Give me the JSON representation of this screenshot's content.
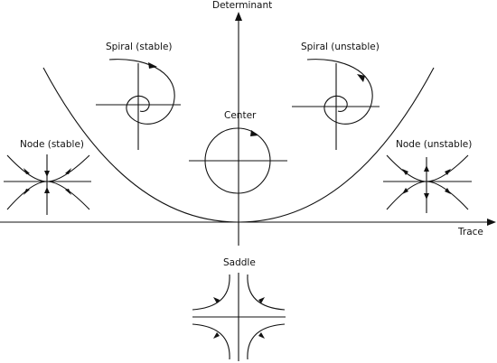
{
  "axes": {
    "x_label": "Trace",
    "y_label": "Determinant"
  },
  "regions": {
    "spiral_stable": "Spiral (stable)",
    "spiral_unstable": "Spiral (unstable)",
    "center": "Center",
    "node_stable": "Node (stable)",
    "node_unstable": "Node (unstable)",
    "saddle": "Saddle"
  },
  "colors": {
    "stroke": "#111111",
    "background": "#ffffff"
  }
}
